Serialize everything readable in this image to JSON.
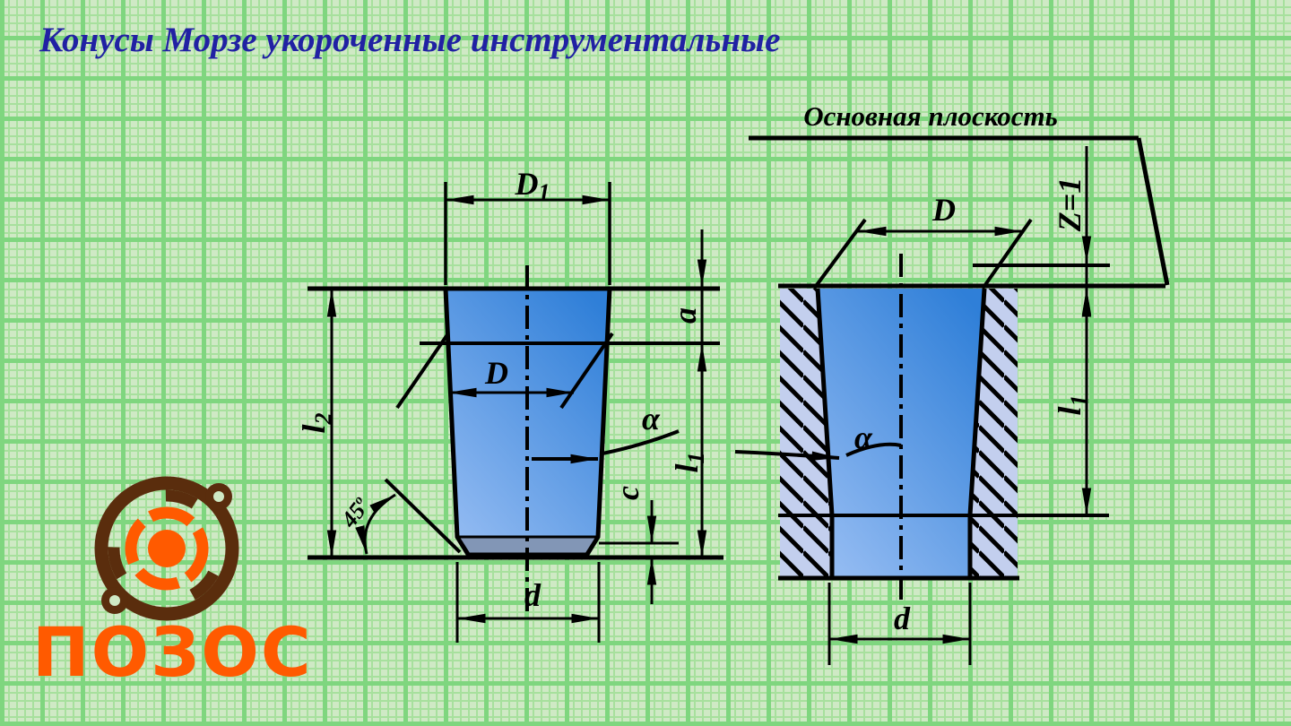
{
  "title": "Конусы Морзе укороченные инструментальные",
  "colors": {
    "paper_green": "#cfe9c5",
    "grid_minor": "#a7e09d",
    "grid_major": "#7fd67f",
    "title_blue": "#2121a3",
    "line_black": "#000000",
    "cone_blue_top": "#2f7fd8",
    "cone_blue_bottom": "#93bbf2",
    "chamfer_band": "#8296b6",
    "hatch_fill": "#c3cfee",
    "logo_orange": "#ff5a00",
    "logo_brown": "#5a2d0d"
  },
  "left_figure": {
    "labels": {
      "D1_base": "D",
      "D1_sub": "1",
      "D": "D",
      "d": "d",
      "a": "a",
      "c": "c",
      "l1_base": "l",
      "l1_sub": "1",
      "l2_base": "l",
      "l2_sub": "2",
      "alpha": "α",
      "chamfer_base": "45",
      "chamfer_sup": "о"
    }
  },
  "right_figure": {
    "plane_label": "Основная плоскость",
    "labels": {
      "Z": "Z=1",
      "D": "D",
      "d": "d",
      "l1_base": "l",
      "l1_sub": "1",
      "alpha": "α"
    }
  },
  "logo": {
    "text": "ПОЗОС"
  }
}
